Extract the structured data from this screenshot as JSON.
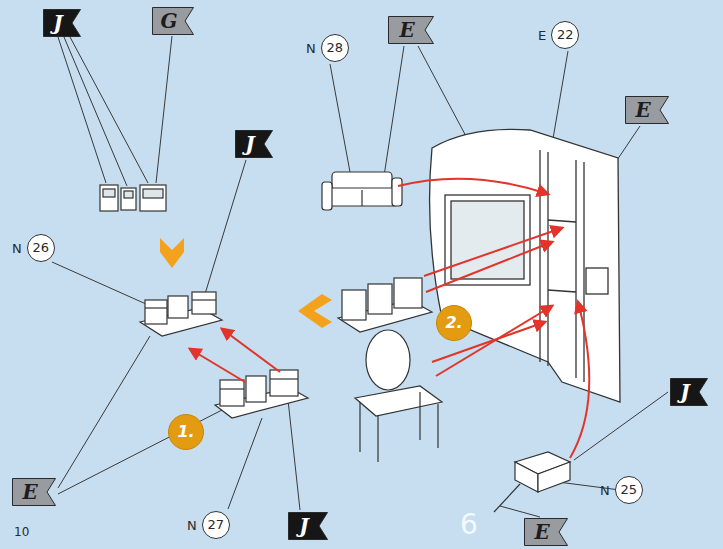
{
  "diagram": {
    "nodes": [
      {
        "text": [
          "J"
        ]
      },
      {
        "text": [
          "G"
        ]
      },
      {
        "text": [
          "E"
        ]
      },
      {
        "text": [
          "E",
          "22"
        ]
      },
      {
        "text": [
          "N",
          "28"
        ]
      },
      {
        "text": [
          "E"
        ]
      },
      {
        "text": [
          "J"
        ]
      },
      {
        "text": [
          "N",
          "26"
        ]
      },
      {
        "text": [
          "2."
        ]
      },
      {
        "text": [
          "J"
        ]
      },
      {
        "text": [
          "1."
        ]
      },
      {
        "text": [
          "E"
        ]
      },
      {
        "text": [
          "N",
          "25"
        ]
      },
      {
        "text": [
          "J"
        ]
      },
      {
        "text": [
          "E"
        ]
      },
      {
        "text": [
          "N",
          "27"
        ]
      }
    ],
    "labels": [
      "10",
      "6"
    ]
  }
}
